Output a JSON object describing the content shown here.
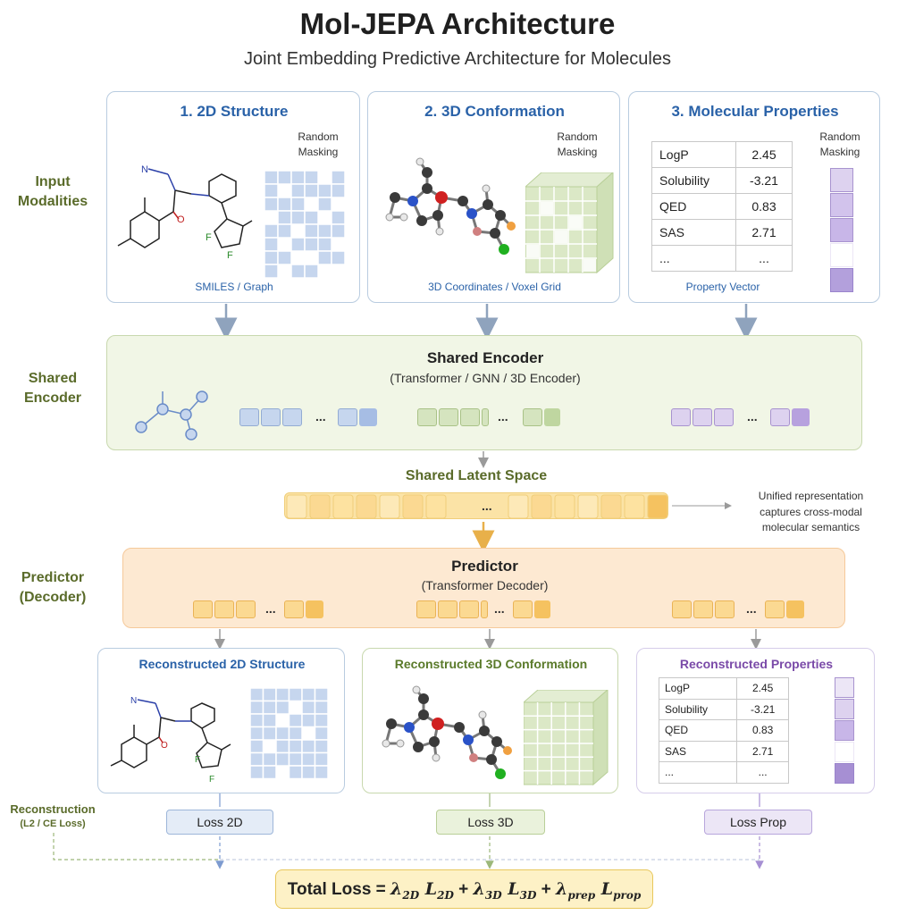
{
  "title": "Mol-JEPA Architecture",
  "subtitle": "Joint Embedding Predictive Architecture for Molecules",
  "row_labels": {
    "input": "Input Modalities",
    "encoder": "Shared Encoder",
    "predictor": "Predictor (Decoder)",
    "reconstruction": "Reconstruction",
    "reconstruction_sub": "(L2 / CE Loss)"
  },
  "inputs": [
    {
      "title": "1. 2D Structure",
      "masking": "Random Masking",
      "caption": "SMILES / Graph"
    },
    {
      "title": "2. 3D Conformation",
      "masking": "Random Masking",
      "caption": "3D Coordinates / Voxel Grid"
    },
    {
      "title": "3. Molecular Properties",
      "masking": "Random Masking",
      "caption": "Property Vector"
    }
  ],
  "properties": [
    {
      "name": "LogP",
      "value": "2.45"
    },
    {
      "name": "Solubility",
      "value": "-3.21"
    },
    {
      "name": "QED",
      "value": "0.83"
    },
    {
      "name": "SAS",
      "value": "2.71"
    },
    {
      "name": "...",
      "value": "..."
    }
  ],
  "encoder": {
    "title": "Shared Encoder",
    "subtitle": "(Transformer / GNN / 3D Encoder)"
  },
  "latent": {
    "label": "Shared Latent Space",
    "dots": "...",
    "note": [
      "Unified representation",
      "captures cross-modal",
      "molecular semantics"
    ]
  },
  "predictor": {
    "title": "Predictor",
    "subtitle": "(Transformer Decoder)"
  },
  "recon": [
    {
      "title": "Reconstructed 2D Structure",
      "color": "#2a62a8"
    },
    {
      "title": "Reconstructed 3D Conformation",
      "color": "#5a7a2a"
    },
    {
      "title": "Reconstructed Properties",
      "color": "#7a4aa8"
    }
  ],
  "losses": [
    "Loss 2D",
    "Loss 3D",
    "Loss Prop"
  ],
  "total_loss": {
    "prefix": "Total Loss = ",
    "terms": [
      {
        "lambda_sub": "2D",
        "loss_sub": "2D"
      },
      {
        "lambda_sub": "3D",
        "loss_sub": "3D"
      },
      {
        "lambda_sub": "prep",
        "loss_sub": "prop"
      }
    ]
  },
  "atom_labels": {
    "n": "N",
    "o": "O",
    "f": "F"
  },
  "colors": {
    "blue": "#2a62a8",
    "green": "#5a6b2a",
    "purple": "#7a4aa8",
    "orange": "#f5c260"
  }
}
